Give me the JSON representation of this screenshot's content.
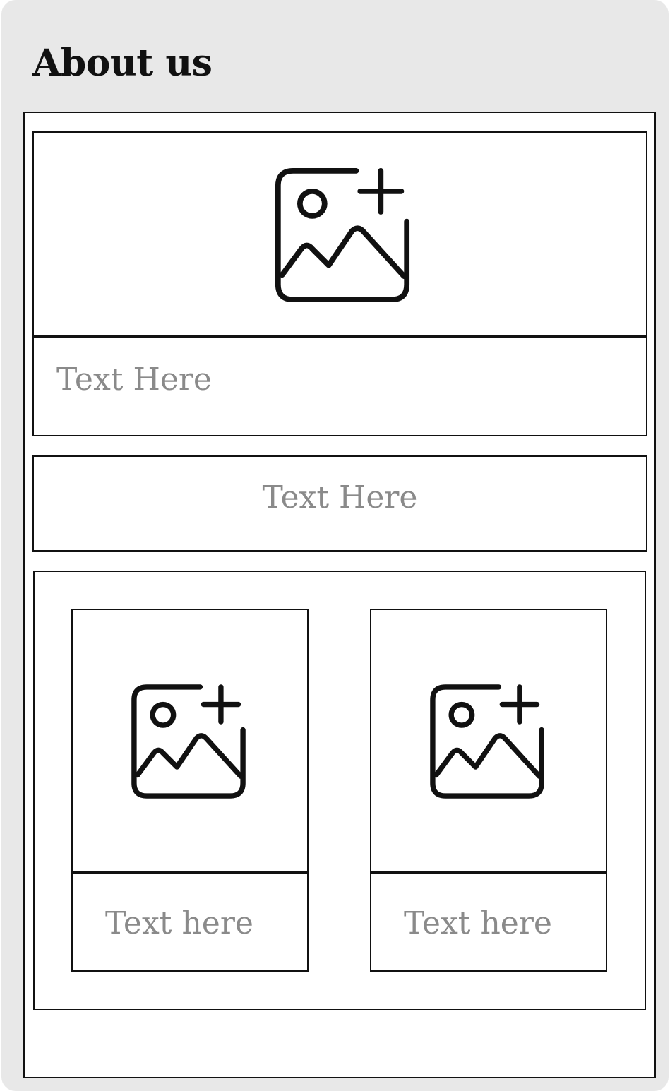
{
  "page": {
    "title": "About us",
    "colors": {
      "background": "#e8e8e8",
      "panel": "#ffffff",
      "border": "#111111",
      "placeholder_text": "#8a8a8a"
    }
  },
  "hero_card": {
    "icon": "add-image-icon",
    "caption": "Text Here"
  },
  "text_banner": {
    "text": "Text Here"
  },
  "gallery": {
    "cards": [
      {
        "icon": "add-image-icon",
        "caption": "Text here"
      },
      {
        "icon": "add-image-icon",
        "caption": "Text here"
      }
    ]
  }
}
